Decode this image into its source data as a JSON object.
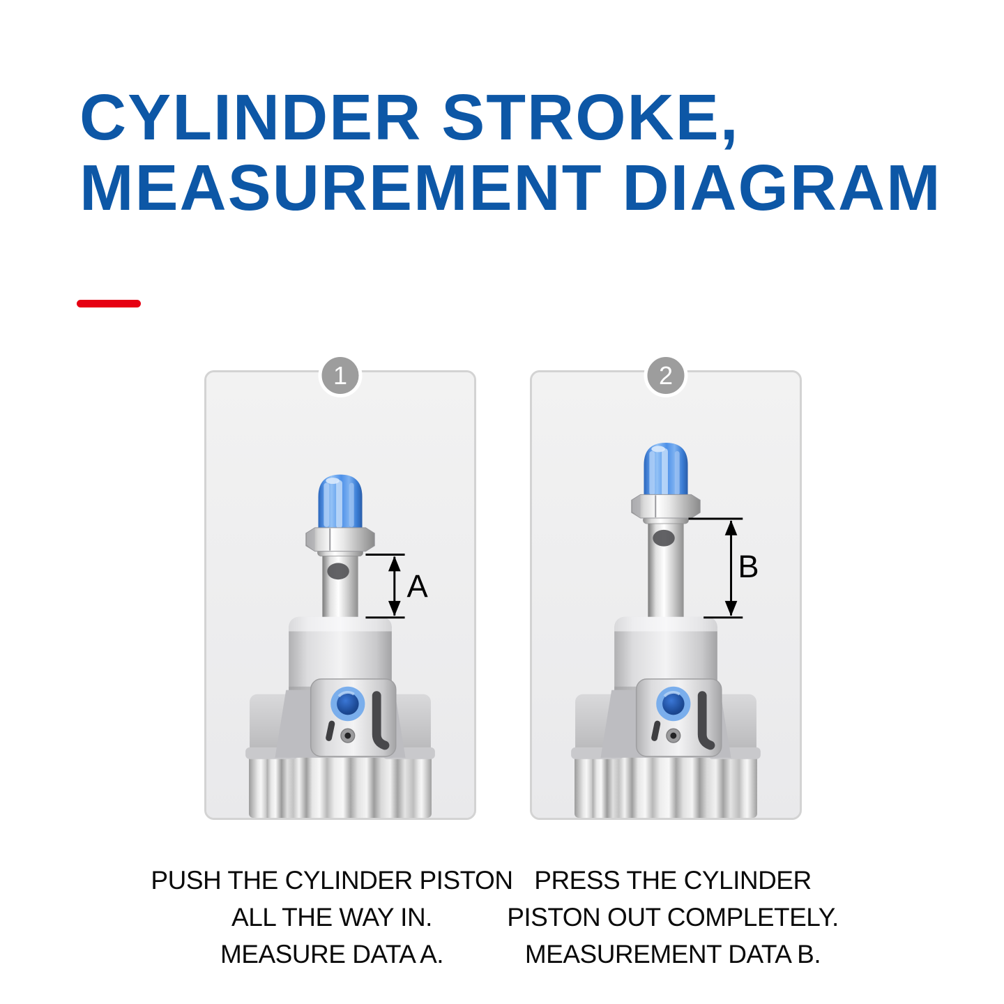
{
  "header": {
    "title_line1": "CYLINDER STROKE,",
    "title_line2": "MEASUREMENT DIAGRAM",
    "title_color": "#0d57a6",
    "divider_color": "#e60012"
  },
  "panels": [
    {
      "badge_number": "1",
      "measurement_label": "A",
      "caption_lines": [
        "PUSH THE CYLINDER PISTON",
        "ALL THE WAY IN.",
        "MEASURE DATA A."
      ]
    },
    {
      "badge_number": "2",
      "measurement_label": "B",
      "caption_lines": [
        "PRESS THE CYLINDER",
        "PISTON OUT COMPLETELY.",
        "MEASUREMENT DATA B."
      ]
    }
  ],
  "illustration_colors": {
    "cap_blue": "#4d90e8",
    "fitting_ring_blue": "#7aaeec",
    "fitting_core_blue": "#1d4b97",
    "badge_gray": "#9d9d9d",
    "panel_fill": "#efefef",
    "panel_border": "#d3d3d3",
    "annotation_black": "#000000"
  }
}
